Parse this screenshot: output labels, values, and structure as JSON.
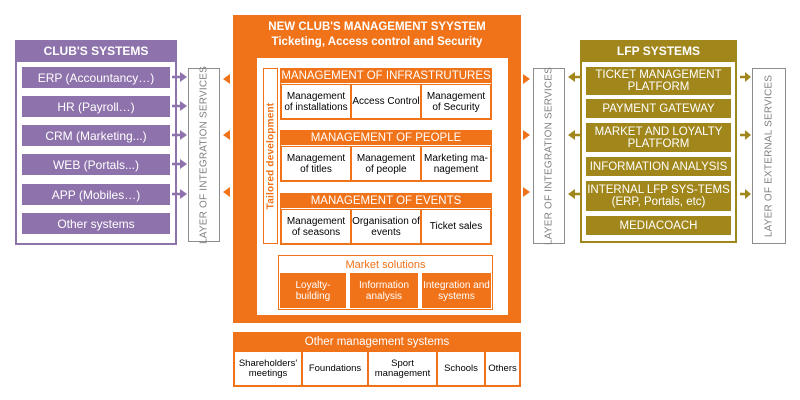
{
  "club_systems": {
    "title": "CLUB'S SYSTEMS",
    "items": [
      "ERP (Accountancy…)",
      "HR (Payroll…)",
      "CRM (Marketing...)",
      "WEB (Portals...)",
      "APP (Mobiles…)",
      "Other systems"
    ]
  },
  "layers": {
    "left": "LAYER OF INTEGRATION SERVICES",
    "right": "LAYER OF INTEGRATION SERVICES",
    "external": "LAYER OF EXTERNAL SERVICES"
  },
  "center": {
    "title_line1": "NEW CLUB'S MANAGEMENT SYYSTEM",
    "title_line2": "Ticketing, Access control and Security",
    "tailored": "Tailored development",
    "infra": {
      "title": "MANAGEMENT OF INFRASTRUTURES",
      "cells": [
        "Management of installations",
        "Access Control",
        "Management of Security"
      ]
    },
    "people": {
      "title": "MANAGEMENT OF PEOPLE",
      "cells": [
        "Management of titles",
        "Management of people",
        "Marketing ma-nagement"
      ]
    },
    "events": {
      "title": "MANAGEMENT OF EVENTS",
      "cells": [
        "Management of seasons",
        "Organisation of events",
        "Ticket sales"
      ]
    },
    "market": {
      "title": "Market solutions",
      "cells": [
        "Loyalty-building",
        "Information analysis",
        "Integration and systems"
      ]
    }
  },
  "other_mgmt": {
    "title": "Other management systems",
    "cells": [
      "Shareholders' meetings",
      "Foundations",
      "Sport management",
      "Schools",
      "Others"
    ]
  },
  "lfp_systems": {
    "title": "LFP SYSTEMS",
    "items": [
      "TICKET MANAGEMENT PLATFORM",
      "PAYMENT GATEWAY",
      "MARKET AND LOYALTY PLATFORM",
      "INFORMATION ANALYSIS",
      "INTERNAL LFP SYS-TEMS (ERP, Portals, etc)",
      "MEDIACOACH"
    ]
  },
  "colors": {
    "club": "#8e72ab",
    "center": "#f07219",
    "lfp": "#a0861b",
    "layer_border": "#8c8c8c"
  }
}
